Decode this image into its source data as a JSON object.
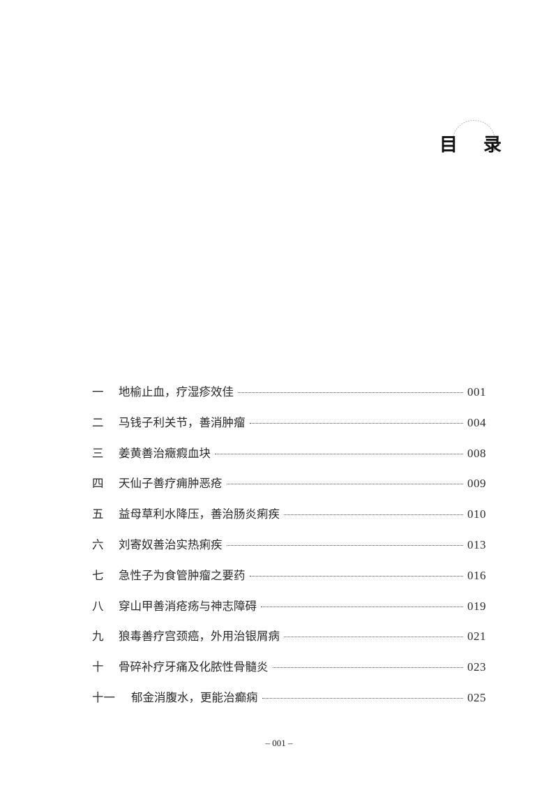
{
  "header": {
    "title": "目录",
    "title_display": "目 录"
  },
  "toc": {
    "entries": [
      {
        "num": "一",
        "text": "地榆止血，疗湿疹效佳",
        "page": "001"
      },
      {
        "num": "二",
        "text": "马钱子利关节，善消肿瘤",
        "page": "004"
      },
      {
        "num": "三",
        "text": "姜黄善治癥瘕血块",
        "page": "008"
      },
      {
        "num": "四",
        "text": "天仙子善疗痈肿恶疮",
        "page": "009"
      },
      {
        "num": "五",
        "text": "益母草利水降压，善治肠炎痢疾",
        "page": "010"
      },
      {
        "num": "六",
        "text": "刘寄奴善治实热痢疾",
        "page": "013"
      },
      {
        "num": "七",
        "text": "急性子为食管肿瘤之要药",
        "page": "016"
      },
      {
        "num": "八",
        "text": "穿山甲善消疮疡与神志障碍",
        "page": "019"
      },
      {
        "num": "九",
        "text": "狼毒善疗宫颈癌，外用治银屑病",
        "page": "021"
      },
      {
        "num": "十",
        "text": "骨碎补疗牙痛及化脓性骨髓炎",
        "page": "023"
      },
      {
        "num": "十一",
        "text": "郁金消腹水，更能治癫痫",
        "page": "025"
      }
    ]
  },
  "footer": {
    "page_number": "– 001 –"
  }
}
